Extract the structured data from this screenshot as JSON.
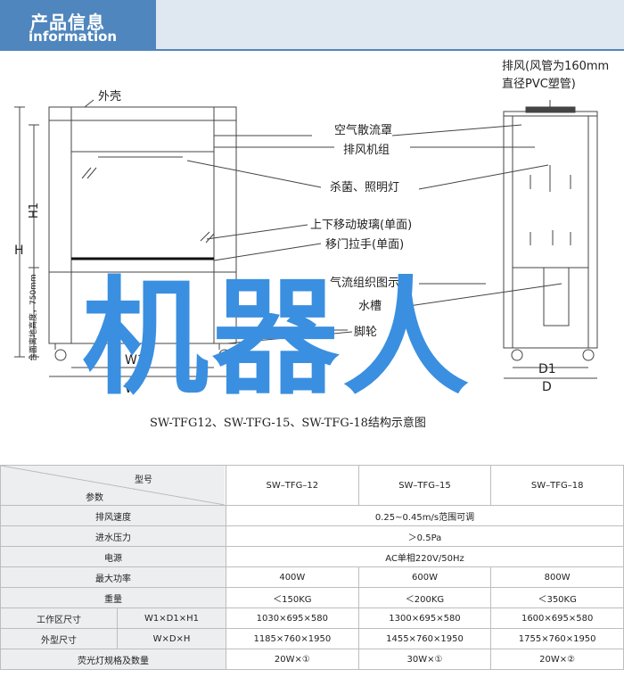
{
  "header": {
    "title_cn": "产品信息",
    "title_en": "information"
  },
  "diagram": {
    "front_labels": {
      "shell": "外壳",
      "h": "H",
      "h1": "H1",
      "table_height": "台面离地高度，750mm",
      "w1": "W1",
      "w": "W"
    },
    "callouts": [
      "空气散流罩",
      "排风机组",
      "杀菌、照明灯",
      "上下移动玻璃(单面)",
      "移门拉手(单面)",
      "气流组织图示",
      "水槽",
      "脚轮"
    ],
    "side_labels": {
      "exhaust_line1": "排风(风管为160mm",
      "exhaust_line2": "直径PVC塑管)",
      "d1": "D1",
      "d": "D"
    },
    "caption": "SW-TFG12、SW-TFG-15、SW-TFG-18结构示意图"
  },
  "watermark": "机器人",
  "table": {
    "header_model": "型号",
    "header_param": "参数",
    "models": [
      "SW–TFG–12",
      "SW–TFG–15",
      "SW–TFG–18"
    ],
    "rows": [
      {
        "label": "排风速度",
        "merged": "0.25~0.45m/s范围可调"
      },
      {
        "label": "进水压力",
        "merged": "＞0.5Pa"
      },
      {
        "label": "电源",
        "merged": "AC单相220V/50Hz"
      },
      {
        "label": "最大功率",
        "values": [
          "400W",
          "600W",
          "800W"
        ]
      },
      {
        "label": "重量",
        "values": [
          "＜150KG",
          "＜200KG",
          "＜350KG"
        ]
      },
      {
        "label": "工作区尺寸",
        "sub": "W1×D1×H1",
        "values": [
          "1030×695×580",
          "1300×695×580",
          "1600×695×580"
        ]
      },
      {
        "label": "外型尺寸",
        "sub": "W×D×H",
        "values": [
          "1185×760×1950",
          "1455×760×1950",
          "1755×760×1950"
        ]
      },
      {
        "label": "荧光灯规格及数量",
        "values": [
          "20W×①",
          "30W×①",
          "20W×②"
        ]
      }
    ]
  }
}
